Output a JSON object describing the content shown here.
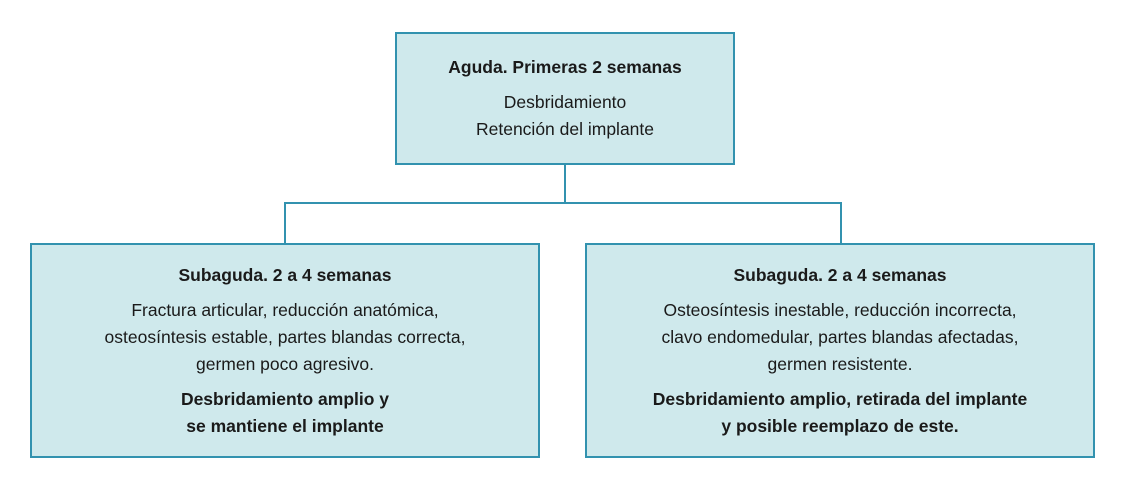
{
  "colors": {
    "background": "#ffffff",
    "box_fill": "#cfe9ec",
    "box_border": "#3292af",
    "connector": "#3292af",
    "text": "#1a1a1a"
  },
  "nodes": {
    "acute": {
      "heading": "Aguda. Primeras 2 semanas",
      "body_lines": [
        "Desbridamiento",
        "Retención del implante"
      ]
    },
    "subacute_left": {
      "heading": "Subaguda. 2 a 4 semanas",
      "body_lines": [
        "Fractura articular, reducción anatómica,",
        "osteosíntesis estable, partes blandas correcta,",
        "germen poco agresivo."
      ],
      "action_lines": [
        "Desbridamiento amplio y",
        "se mantiene el implante"
      ]
    },
    "subacute_right": {
      "heading": "Subaguda. 2 a 4 semanas",
      "body_lines": [
        "Osteosíntesis inestable, reducción incorrecta,",
        "clavo endomedular, partes blandas afectadas,",
        "germen resistente."
      ],
      "action_lines": [
        "Desbridamiento amplio, retirada del implante",
        "y posible reemplazo de este."
      ]
    }
  }
}
